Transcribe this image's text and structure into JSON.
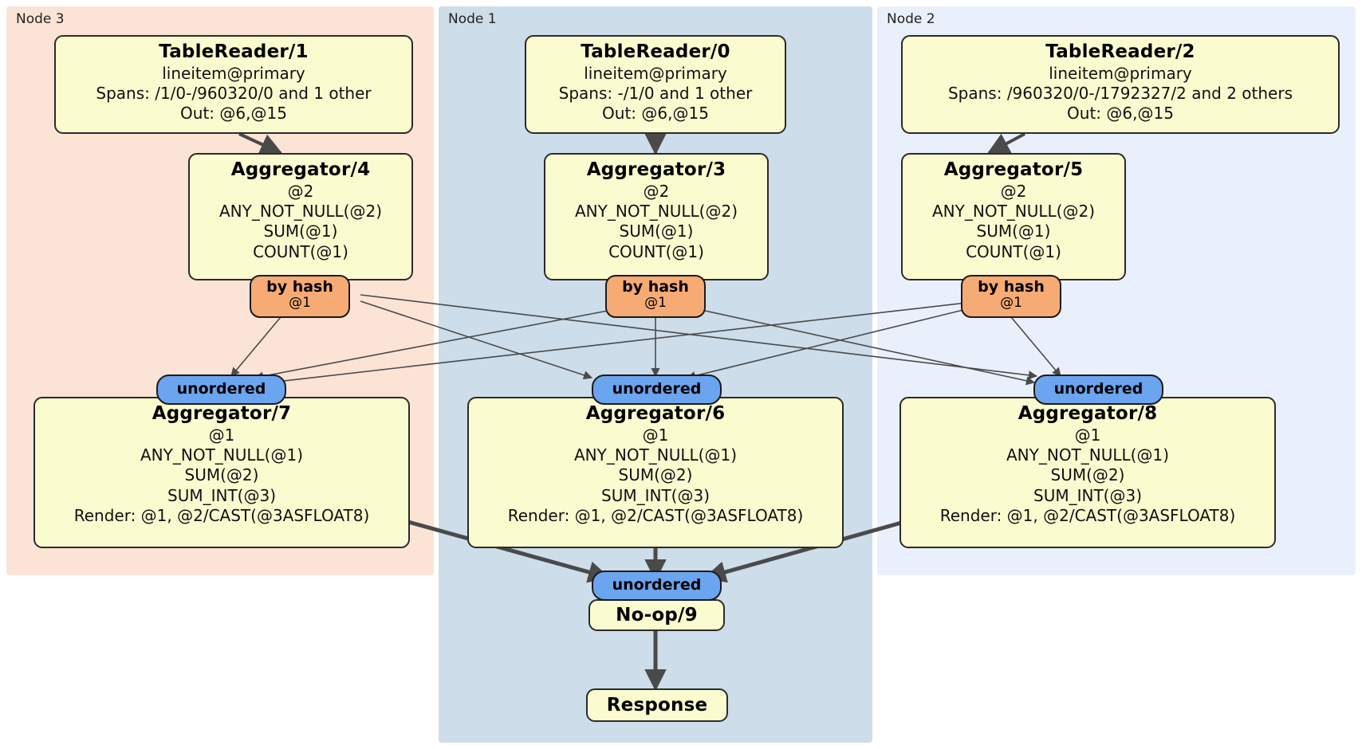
{
  "diagram": {
    "type": "distributed-query-plan",
    "colors": {
      "node3_panel": "#fbe3d6",
      "node1_panel": "#cdddea",
      "node2_panel": "#eaf0fb",
      "box_fill": "#fbfbd0",
      "hash_badge": "#f7ab74",
      "unordered_badge": "#6ba4ef",
      "edge": "#4a4a4a"
    },
    "panels": [
      {
        "label": "Node 3"
      },
      {
        "label": "Node 1"
      },
      {
        "label": "Node 2"
      }
    ],
    "table_readers": [
      {
        "title": "TableReader/1",
        "index": "lineitem@primary",
        "spans": "Spans: /1/0-/960320/0 and 1 other",
        "out": "Out: @6,@15"
      },
      {
        "title": "TableReader/0",
        "index": "lineitem@primary",
        "spans": "Spans: -/1/0 and 1 other",
        "out": "Out: @6,@15"
      },
      {
        "title": "TableReader/2",
        "index": "lineitem@primary",
        "spans": "Spans: /960320/0-/1792327/2 and 2 others",
        "out": "Out: @6,@15"
      }
    ],
    "aggregators_stage1": [
      {
        "title": "Aggregator/4",
        "group": "@2",
        "agg1": "ANY_NOT_NULL(@2)",
        "agg2": "SUM(@1)",
        "agg3": "COUNT(@1)"
      },
      {
        "title": "Aggregator/3",
        "group": "@2",
        "agg1": "ANY_NOT_NULL(@2)",
        "agg2": "SUM(@1)",
        "agg3": "COUNT(@1)"
      },
      {
        "title": "Aggregator/5",
        "group": "@2",
        "agg1": "ANY_NOT_NULL(@2)",
        "agg2": "SUM(@1)",
        "agg3": "COUNT(@1)"
      }
    ],
    "hash_badges": [
      {
        "label": "by hash",
        "column": "@1"
      },
      {
        "label": "by hash",
        "column": "@1"
      },
      {
        "label": "by hash",
        "column": "@1"
      }
    ],
    "unordered_badges_stage2": [
      {
        "label": "unordered"
      },
      {
        "label": "unordered"
      },
      {
        "label": "unordered"
      }
    ],
    "aggregators_stage2": [
      {
        "title": "Aggregator/7",
        "group": "@1",
        "agg1": "ANY_NOT_NULL(@1)",
        "agg2": "SUM(@2)",
        "agg3": "SUM_INT(@3)",
        "render": "Render: @1, @2/CAST(@3ASFLOAT8)"
      },
      {
        "title": "Aggregator/6",
        "group": "@1",
        "agg1": "ANY_NOT_NULL(@1)",
        "agg2": "SUM(@2)",
        "agg3": "SUM_INT(@3)",
        "render": "Render: @1, @2/CAST(@3ASFLOAT8)"
      },
      {
        "title": "Aggregator/8",
        "group": "@1",
        "agg1": "ANY_NOT_NULL(@1)",
        "agg2": "SUM(@2)",
        "agg3": "SUM_INT(@3)",
        "render": "Render: @1, @2/CAST(@3ASFLOAT8)"
      }
    ],
    "final_unordered": {
      "label": "unordered"
    },
    "noop": {
      "title": "No-op/9"
    },
    "response": {
      "title": "Response"
    }
  }
}
